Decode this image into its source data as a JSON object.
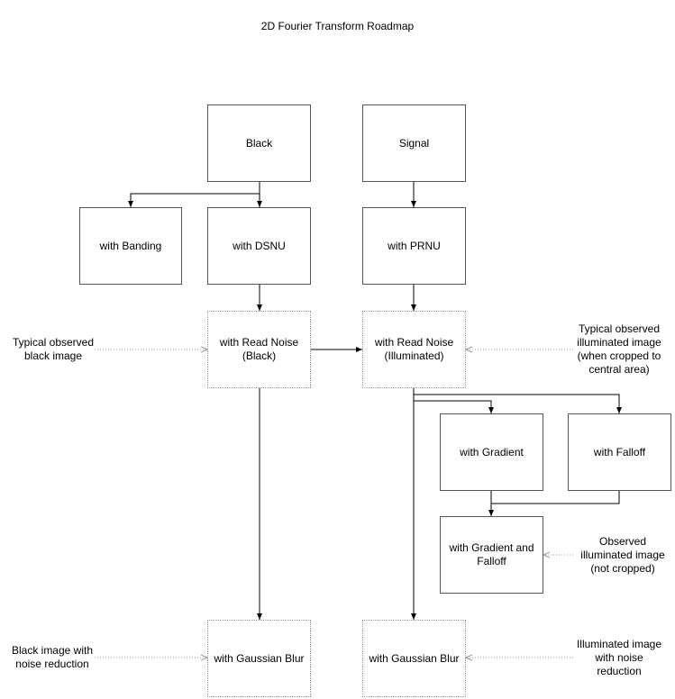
{
  "title": "2D Fourier Transform Roadmap",
  "boxes": {
    "black": [
      "Black"
    ],
    "signal": [
      "Signal"
    ],
    "banding": [
      "with Banding"
    ],
    "dsnu": [
      "with DSNU"
    ],
    "prnu": [
      "with PRNU"
    ],
    "read_noise_black": [
      "with Read Noise",
      "(Black)"
    ],
    "read_noise_illum": [
      "with Read Noise",
      "(Illuminated)"
    ],
    "gradient": [
      "with Gradient"
    ],
    "falloff": [
      "with Falloff"
    ],
    "gradient_falloff": [
      "with Gradient and",
      "Falloff"
    ],
    "blur_black": [
      "with Gaussian Blur"
    ],
    "blur_illum": [
      "with Gaussian Blur"
    ]
  },
  "notes": {
    "observed_black": [
      "Typical observed",
      "black image"
    ],
    "observed_illum": [
      "Typical observed",
      "illuminated image",
      "(when cropped to",
      "central area)"
    ],
    "observed_not_cropped": [
      "Observed",
      "illuminated image",
      "(not cropped)"
    ],
    "black_noise_reduction": [
      "Black image with",
      "noise reduction"
    ],
    "illum_noise_reduction": [
      "Illuminated image",
      "with noise",
      "reduction"
    ]
  }
}
